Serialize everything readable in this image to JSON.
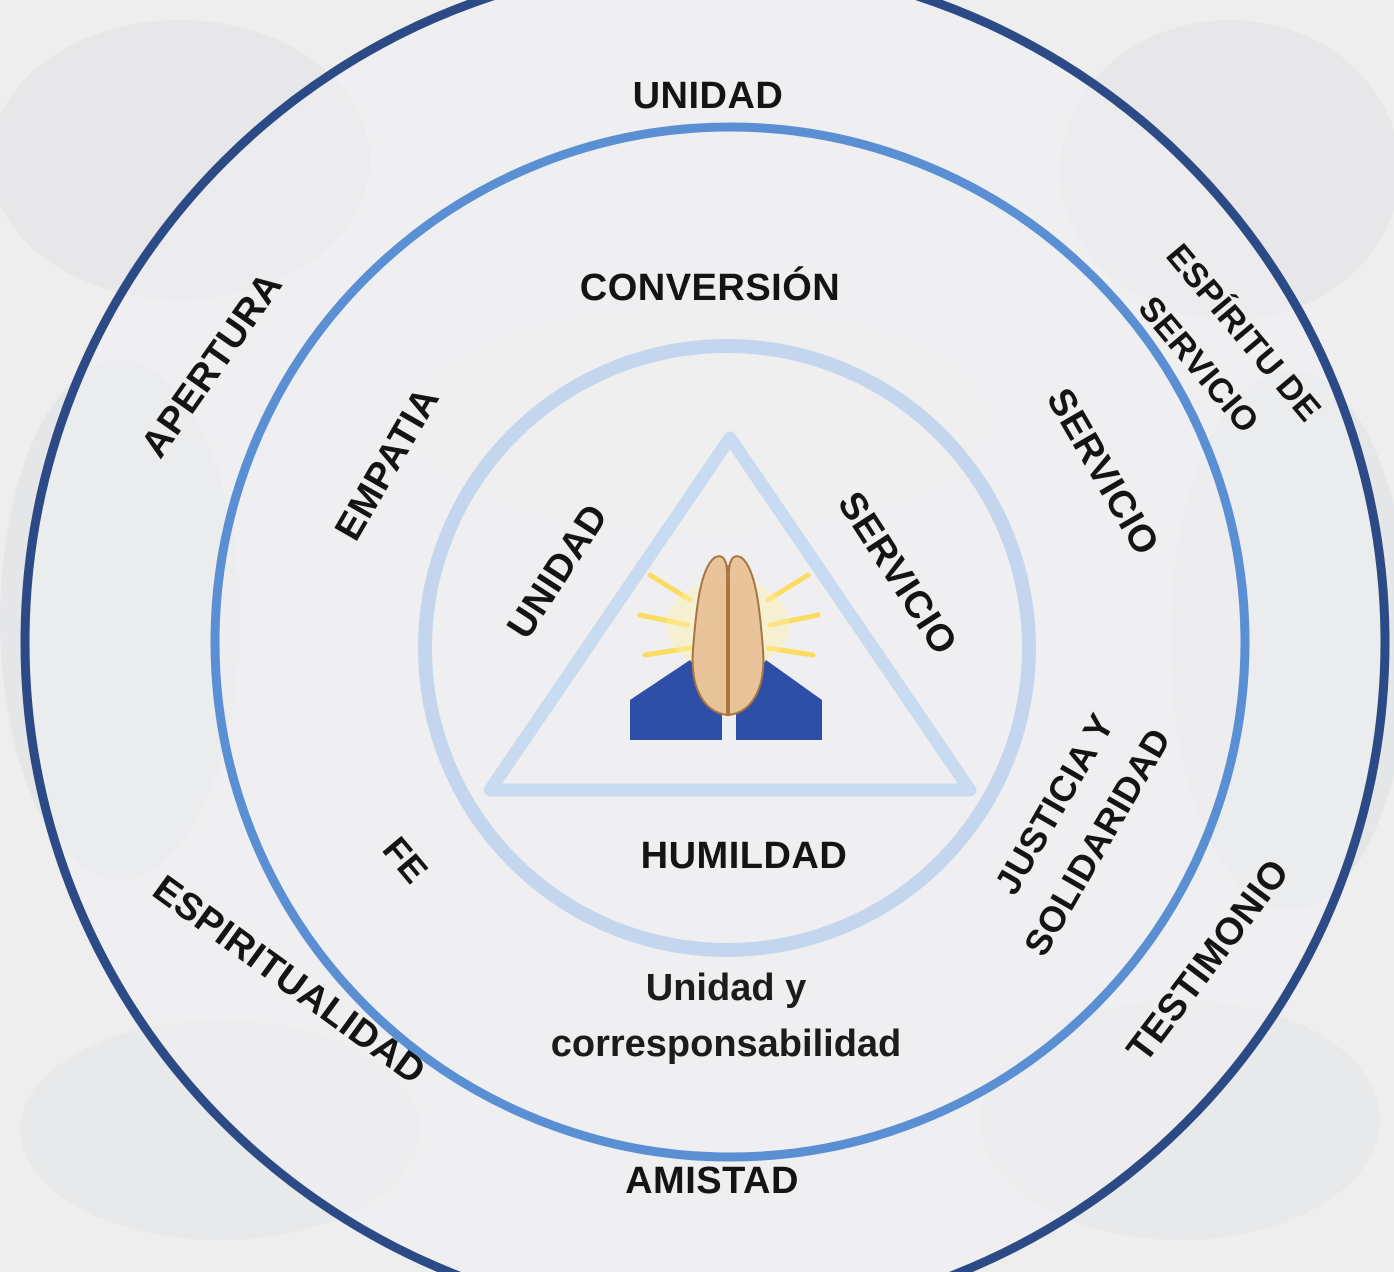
{
  "colors": {
    "background": "#eeeeef",
    "outer_ring": "#2b4a86",
    "middle_ring": "#5a8fd4",
    "inner_ring": "#c3d6ee",
    "triangle_stroke": "#c9dbf0",
    "hands_sleeve": "#2e4fa8",
    "hands_skin": "#e9c39a",
    "rays": "#ffd84a"
  },
  "outer_ring": {
    "top": "UNIDAD",
    "upper_left": "APERTURA",
    "upper_right_line1": "ESPÍRITU DE",
    "upper_right_line2": "SERVICIO",
    "lower_left": "ESPIRITUALIDAD",
    "lower_right": "TESTIMONIO",
    "bottom": "AMISTAD"
  },
  "middle_ring": {
    "top": "CONVERSIÓN",
    "upper_left": "EMPATIA",
    "upper_right": "SERVICIO",
    "lower_left": "FE",
    "lower_right_line1": "JUSTICIA Y",
    "lower_right_line2": "SOLIDARIDAD",
    "bottom_line1": "Unidad y",
    "bottom_line2": "corresponsabilidad"
  },
  "inner_circle": {
    "left": "UNIDAD",
    "right": "SERVICIO",
    "bottom": "HUMILDAD"
  },
  "center_icon": "praying-hands-icon"
}
